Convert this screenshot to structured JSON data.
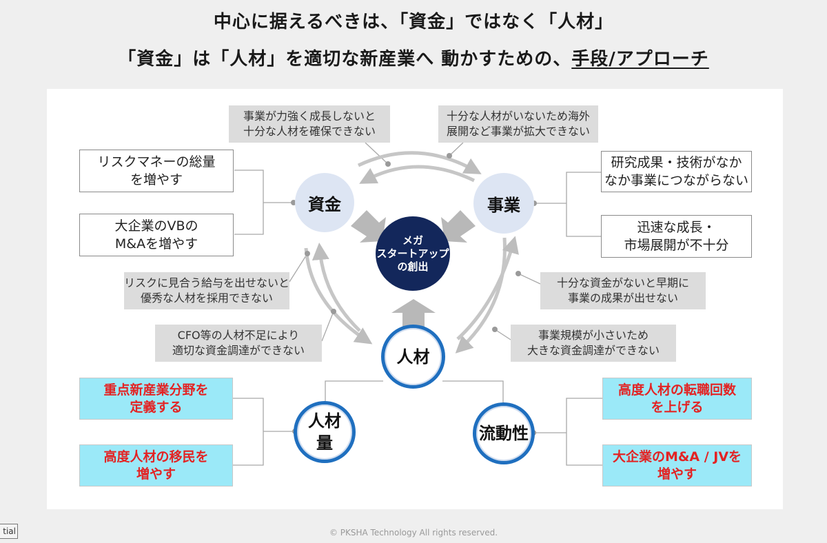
{
  "header": {
    "line1": "中心に据えるべきは、「資金」ではなく「人材」",
    "line2_prefix": "「資金」は「人材」を適切な新産業へ 動かすための、",
    "line2_underlined": "手段/アプローチ"
  },
  "nodes": {
    "capital": "資金",
    "business": "事業",
    "talent": "人材",
    "center": "メガ\nスタートアップ\nの創出",
    "talent_volume": "人材\n量",
    "liquidity": "流動性"
  },
  "left_boxes": {
    "risk_money": "リスクマネーの総量\nを増やす",
    "vb_ma": "大企業のVBの\nM&Aを増やす"
  },
  "right_boxes": {
    "research": "研究成果・技術がなか\nなか事業につながらない",
    "growth": "迅速な成長・\n市場展開が不十分"
  },
  "gray_boxes": {
    "top_left": "事業が力強く成長しないと\n十分な人材を確保できない",
    "top_right": "十分な人材がいないため海外\n展開など事業が拡大できない",
    "mid_left": "リスクに見合う給与を出せないと\n優秀な人材を採用できない",
    "low_left": "CFO等の人材不足により\n適切な資金調達ができない",
    "mid_right": "十分な資金がないと早期に\n事業の成果が出せない",
    "low_right": "事業規模が小さいため\n大きな資金調達ができない"
  },
  "cyan_boxes": {
    "field": "重点新産業分野を\n定義する",
    "immigration": "高度人材の移民を\n増やす",
    "job_change": "高度人材の転職回数\nを上げる",
    "ma_jv": "大企業のM&A / JVを\n増やす"
  },
  "footer": "© PKSHA Technology All rights reserved.",
  "confidential_fragment": "tial",
  "colors": {
    "accent_blue": "#1f6fbf",
    "center_navy": "#13275b",
    "highlight_cyan": "#9be9f8",
    "highlight_red": "#e32323"
  }
}
